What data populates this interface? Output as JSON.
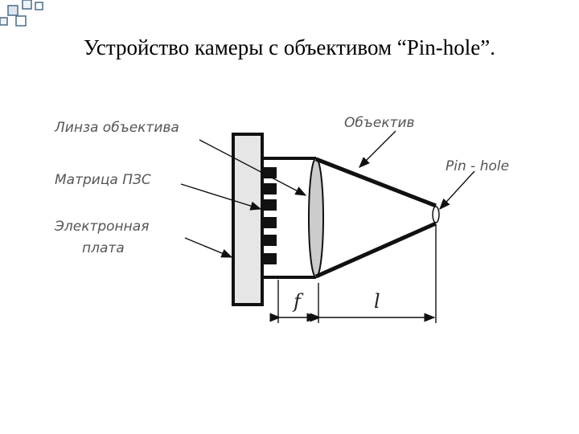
{
  "slide": {
    "title": "Устройство камеры с объективом “Pin-hole”."
  },
  "diagram": {
    "labels": {
      "lens": "Линза объектива",
      "ccd_matrix": "Матрица ПЗС",
      "board_line1": "Электронная",
      "board_line2": "плата",
      "objective": "Объектив",
      "pinhole": "Pin - hole",
      "focal": "f",
      "length": "l"
    }
  },
  "colors": {
    "corner_square_border": "#4a6a8a",
    "corner_square_fill": "#dde6f0",
    "line": "#111111",
    "label": "#555555"
  }
}
